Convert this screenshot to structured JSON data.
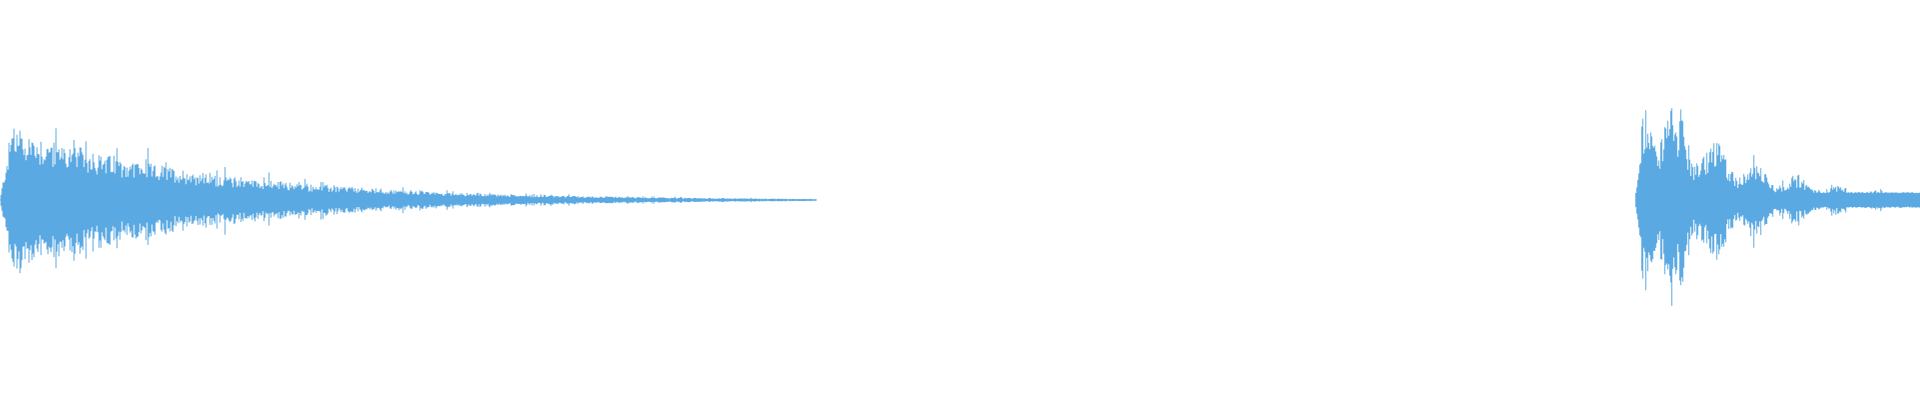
{
  "waveform": {
    "color": "#5aa9e2",
    "background": "#ffffff",
    "segments": [
      {
        "name": "segment-1",
        "start_fraction": 0.0,
        "end_fraction": 0.425,
        "peak_amplitude": 0.42,
        "decay": "exponential"
      },
      {
        "name": "segment-2",
        "start_fraction": 0.852,
        "end_fraction": 1.0,
        "peak_amplitude": 0.8,
        "decay": "exponential-with-pulses"
      }
    ]
  }
}
